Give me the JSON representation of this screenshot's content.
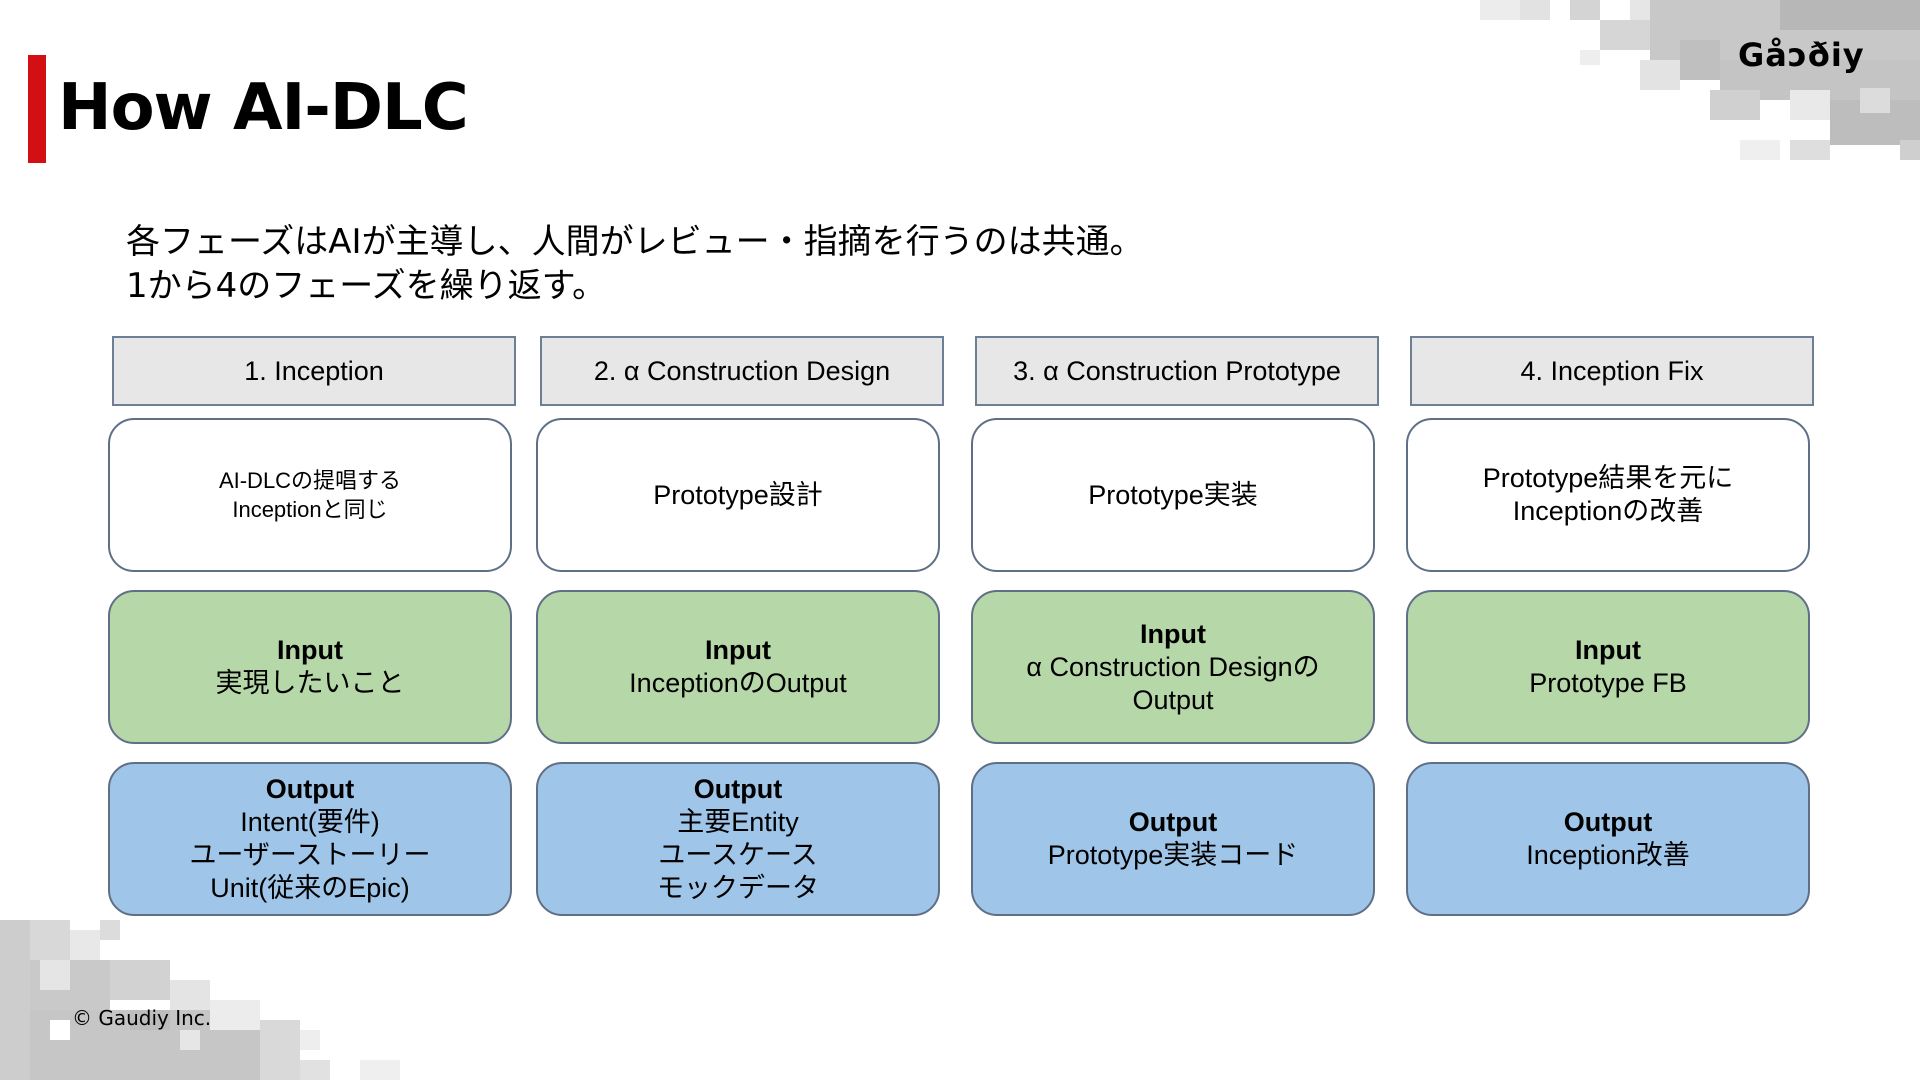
{
  "header": {
    "title": "How AI-DLC",
    "logo": "Gåɔðiy"
  },
  "intro": {
    "line1": "各フェーズはAIが主導し、人間がレビュー・指摘を行うのは共通。",
    "line2": "1から4のフェーズを繰り返す。"
  },
  "phases": [
    {
      "header": "1. Inception",
      "desc_lines": [
        "AI-DLCの提唱する",
        "Inceptionと同じ"
      ],
      "input_label": "Input",
      "input_lines": [
        "実現したいこと"
      ],
      "output_label": "Output",
      "output_lines": [
        "Intent(要件)",
        "ユーザーストーリー",
        "Unit(従来のEpic)"
      ]
    },
    {
      "header": "2. α Construction Design",
      "desc_lines": [
        "Prototype設計"
      ],
      "input_label": "Input",
      "input_lines": [
        "InceptionのOutput"
      ],
      "output_label": "Output",
      "output_lines": [
        "主要Entity",
        "ユースケース",
        "モックデータ"
      ]
    },
    {
      "header": "3. α Construction Prototype",
      "desc_lines": [
        "Prototype実装"
      ],
      "input_label": "Input",
      "input_lines": [
        "α Construction Designの",
        "Output"
      ],
      "output_label": "Output",
      "output_lines": [
        "Prototype実装コード"
      ]
    },
    {
      "header": "4. Inception Fix",
      "desc_lines": [
        "Prototype結果を元に",
        "Inceptionの改善"
      ],
      "input_label": "Input",
      "input_lines": [
        "Prototype FB"
      ],
      "output_label": "Output",
      "output_lines": [
        "Inception改善"
      ]
    }
  ],
  "footer": {
    "copyright": "© Gaudiy Inc."
  },
  "colors": {
    "accent_red": "#d40f14",
    "header_gray": "#e7e7e8",
    "input_green": "#b6d7a8",
    "output_blue": "#9fc5e8",
    "border": "#5f6f86"
  }
}
